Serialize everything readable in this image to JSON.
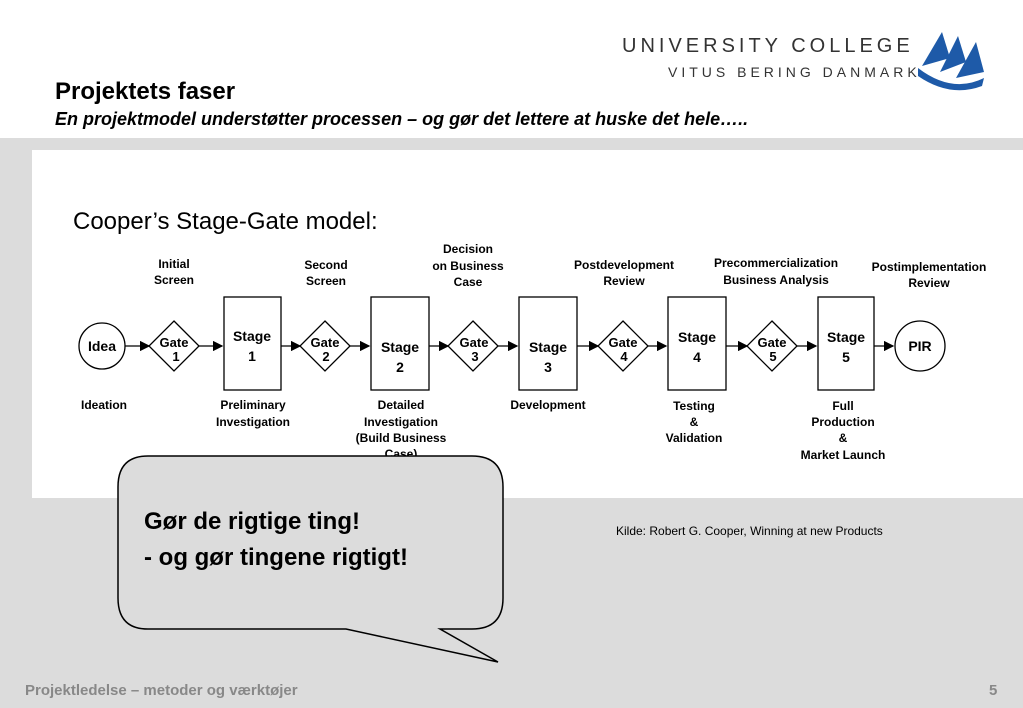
{
  "header": {
    "title": "Projektets faser",
    "subtitle": "En projektmodel understøtter processen – og gør det lettere at huske det hele…..",
    "logo_line1": "UNIVERSITY COLLEGE",
    "logo_line2": "VITUS BERING DANMARK"
  },
  "diagram": {
    "heading": "Cooper’s Stage-Gate model:",
    "nodes": {
      "idea": "Idea",
      "gate1": [
        "Gate",
        "1"
      ],
      "stage1": [
        "Stage",
        "1"
      ],
      "gate2": [
        "Gate",
        "2"
      ],
      "stage2": [
        "Stage",
        "2"
      ],
      "gate3": [
        "Gate",
        "3"
      ],
      "stage3": [
        "Stage",
        "3"
      ],
      "gate4": [
        "Gate",
        "4"
      ],
      "stage4": [
        "Stage",
        "4"
      ],
      "gate5": [
        "Gate",
        "5"
      ],
      "stage5": [
        "Stage",
        "5"
      ],
      "pir": "PIR"
    },
    "top_labels": {
      "gate1": [
        "Initial",
        "Screen"
      ],
      "gate2": [
        "Second",
        "Screen"
      ],
      "gate3": [
        "Decision",
        "on Business",
        "Case"
      ],
      "gate4": [
        "Postdevelopment",
        "Review"
      ],
      "gate5": [
        "Precommercialization",
        "Business Analysis"
      ],
      "pir": [
        "Postimplementation",
        "Review"
      ]
    },
    "bottom_labels": {
      "idea": [
        "Ideation"
      ],
      "stage1": [
        "Preliminary",
        "Investigation"
      ],
      "stage2": [
        "Detailed",
        "Investigation",
        "(Build Business",
        "Case)"
      ],
      "stage3": [
        "Development"
      ],
      "stage4": [
        "Testing",
        "&",
        "Validation"
      ],
      "stage5": [
        "Full",
        "Production",
        "&",
        "Market Launch"
      ]
    }
  },
  "callout": {
    "line1": "Gør de rigtige ting!",
    "line2": "- og gør tingene rigtigt!"
  },
  "source": "Kilde: Robert G. Cooper, Winning at new Products",
  "footer": {
    "left": "Projektledelse – metoder og værktøjer",
    "page": "5"
  },
  "colors": {
    "logo_blue": "#1e5aa8",
    "gray_band": "#dcdcdc",
    "footer_text": "#888888"
  }
}
